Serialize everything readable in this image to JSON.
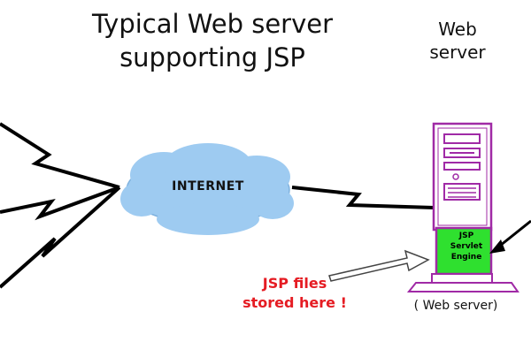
{
  "diagram": {
    "title_line1": "Typical Web server",
    "title_line2": "supporting JSP",
    "server_heading_line1": "Web",
    "server_heading_line2": "server",
    "cloud_label": "INTERNET",
    "engine_line1": "JSP",
    "engine_line2": "Servlet",
    "engine_line3": "Engine",
    "note_line1": "JSP files",
    "note_line2": "stored here !",
    "server_caption": "( Web server)"
  },
  "colors": {
    "cloud_fill": "#9ecbf1",
    "cloud_stroke": "#7fb2df",
    "server_outline": "#a02aa6",
    "server_body": "#ffffff",
    "engine_fill": "#2fe02f",
    "note_text": "#e51c23",
    "lightning": "#000000"
  }
}
